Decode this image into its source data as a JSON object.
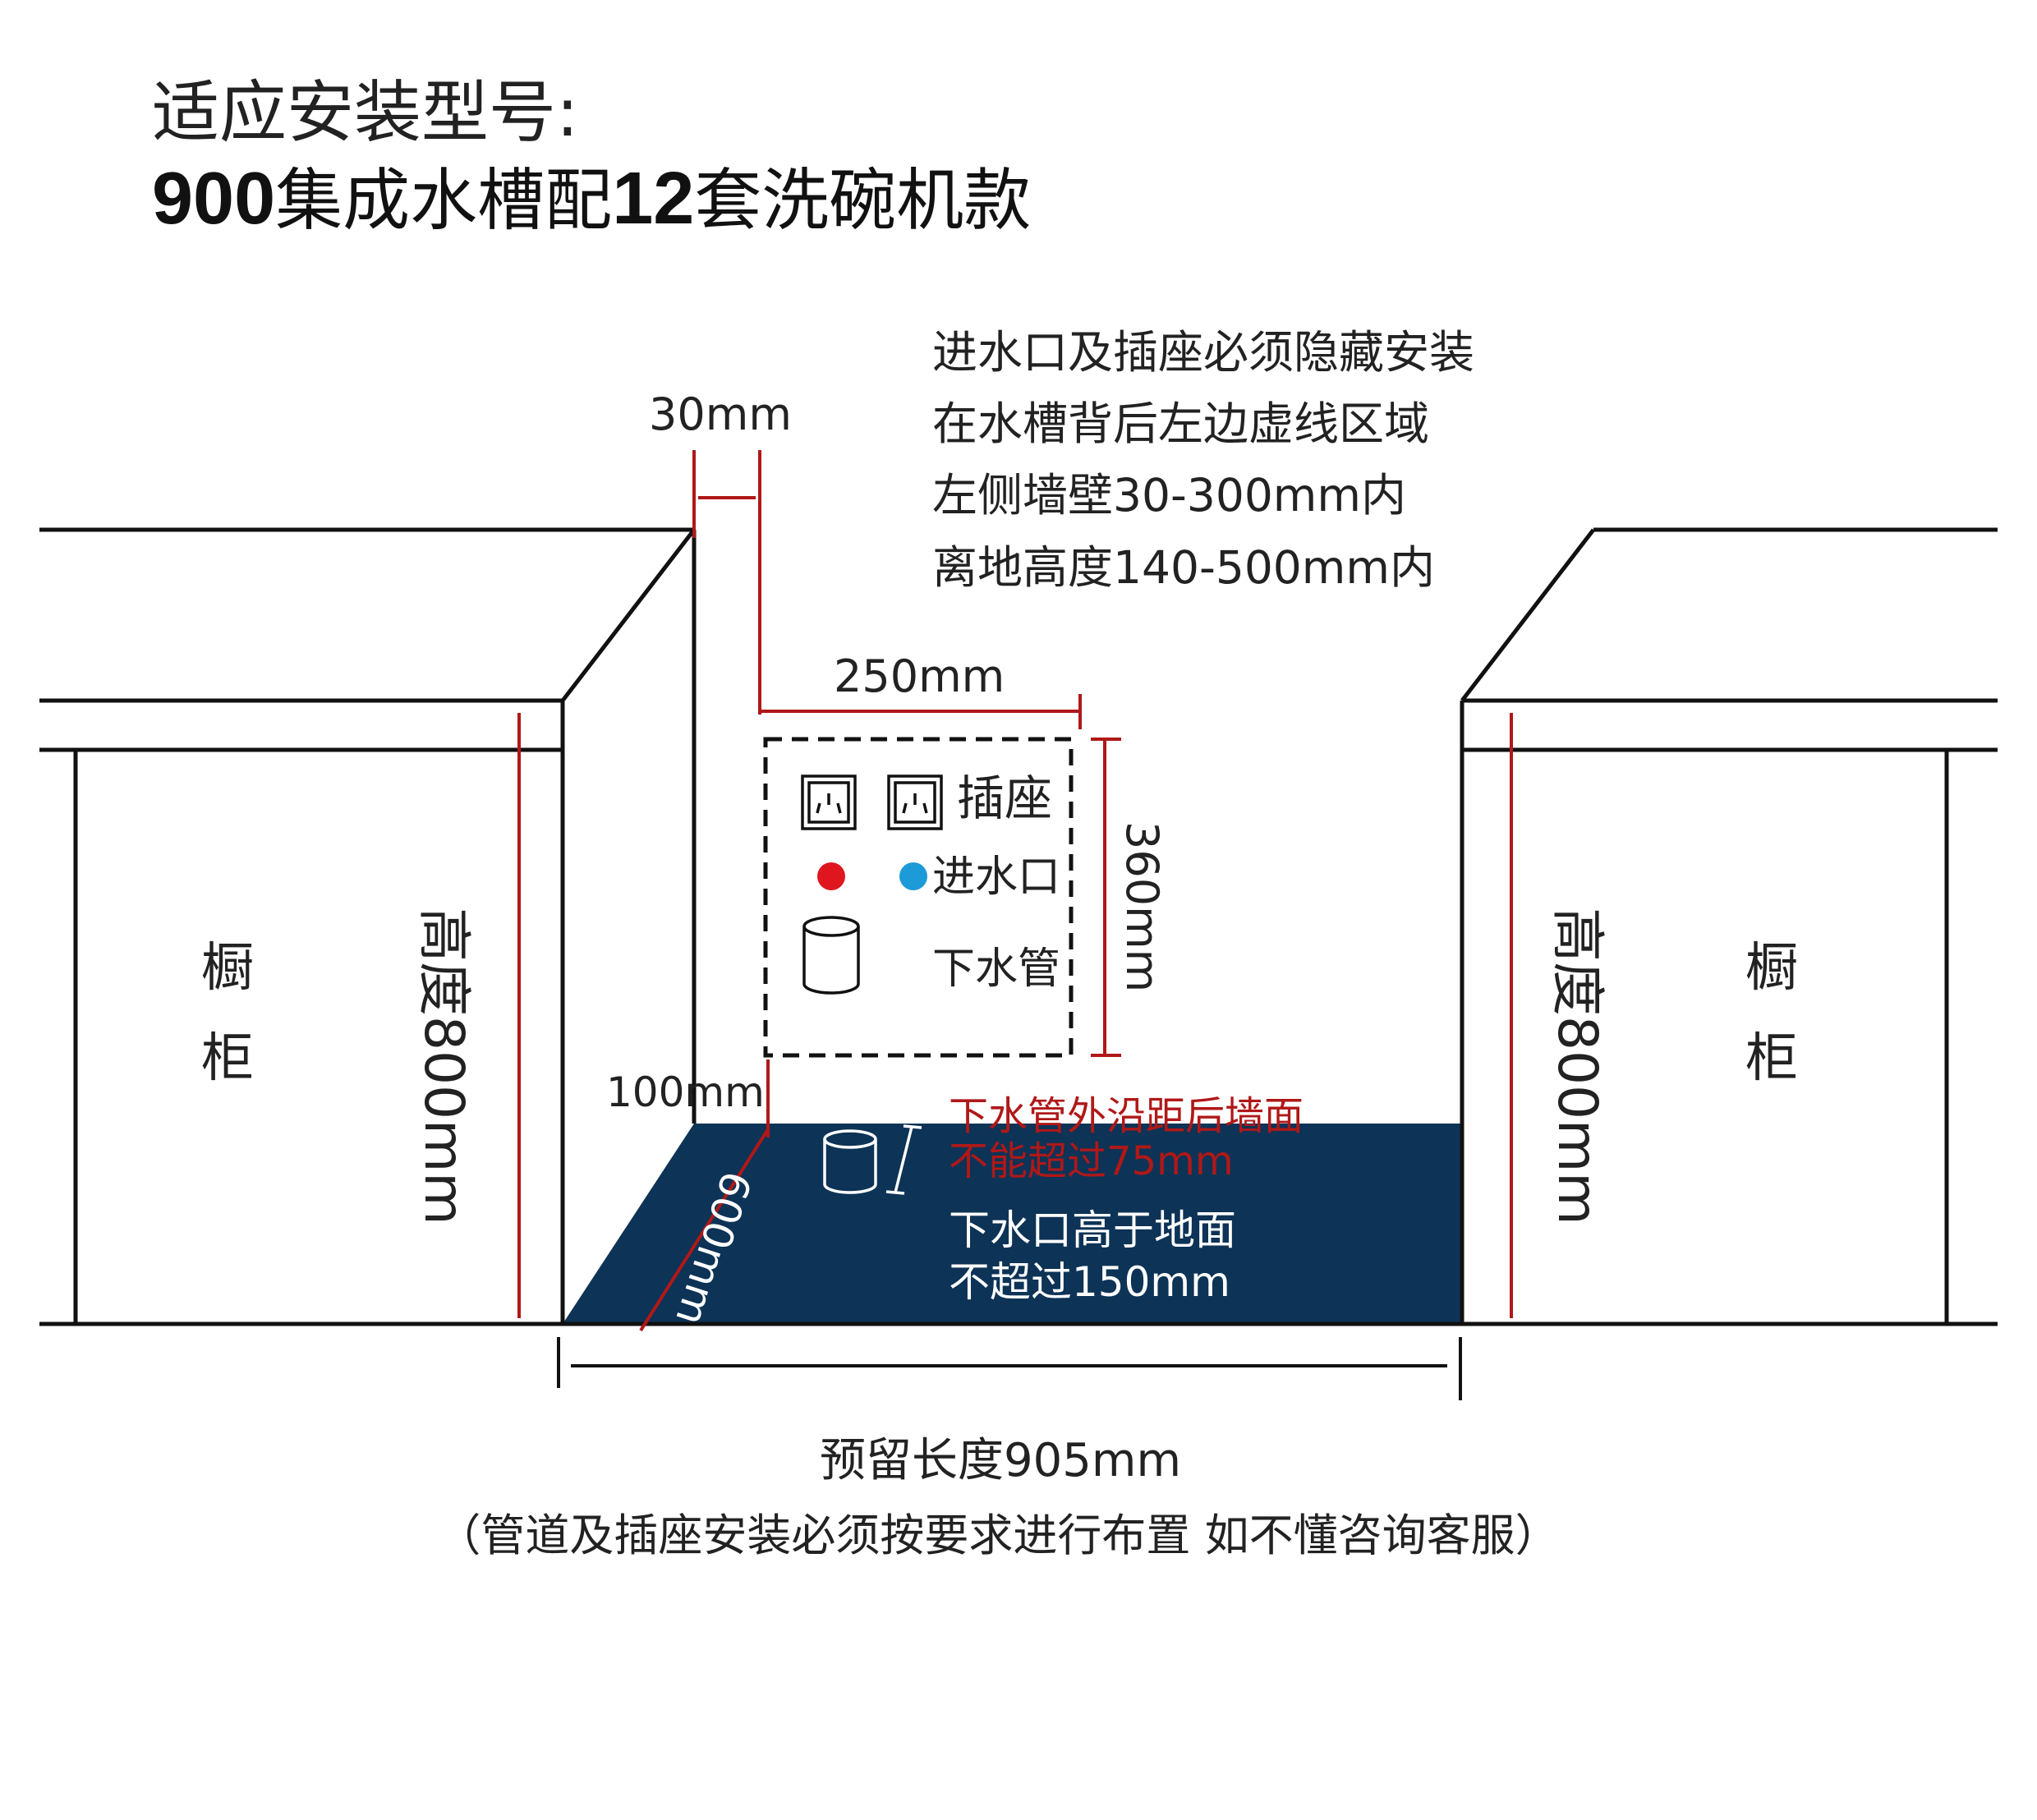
{
  "title": {
    "line1": "适应安装型号:",
    "line2_bold_a": "900",
    "line2_mid": "集成水槽配",
    "line2_bold_b": "12",
    "line2_end": "套洗碗机款"
  },
  "notes": {
    "line1": "进水口及插座必须隐藏安装",
    "line2": "在水槽背后左边虚线区域",
    "line3": "左侧墙壁30-300mm内",
    "line4": "离地高度140-500mm内"
  },
  "dimensions": {
    "wall_gap": "30mm",
    "zone_width": "250mm",
    "zone_height": "360mm",
    "floor_gap": "100mm",
    "depth": "600mm",
    "cabinet_height": "高度800mm",
    "reserved_length": "预留长度905mm"
  },
  "cabinet": {
    "label_line1": "橱",
    "label_line2": "柜"
  },
  "zone": {
    "socket_label": "插座",
    "inlet_label": "进水口",
    "drain_label": "下水管"
  },
  "warnings": {
    "drain_line1": "下水管外沿距后墙面",
    "drain_line2": "不能超过75mm",
    "outlet_line1": "下水口高于地面",
    "outlet_line2": "不超过150mm"
  },
  "footer": {
    "note": "（管道及插座安装必须按要求进行布置 如不懂咨询客服）"
  },
  "colors": {
    "line": "#111111",
    "dimension_red": "#b01818",
    "floor_navy": "#0d3356",
    "hot_red": "#e0161e",
    "cold_blue": "#1d9ad8"
  }
}
